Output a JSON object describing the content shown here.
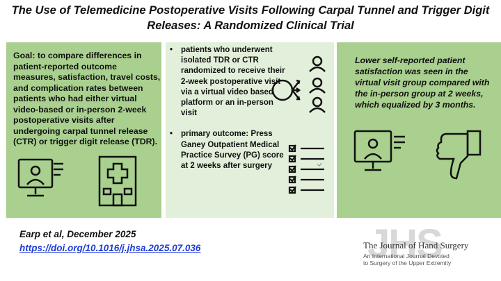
{
  "title": "The Use of Telemedicine Postoperative Visits Following Carpal Tunnel and Trigger Digit Releases: A Randomized Clinical Trial",
  "goal": "Goal: to compare differences in patient-reported outcome measures, satisfaction, travel costs, and complication rates between patients who had either virtual video-based or in-person 2-week postoperative visits after undergoing carpal tunnel release (CTR) or trigger digit release (TDR).",
  "methods": {
    "bullet1": "patients who underwent isolated TDR or CTR randomized to receive their 2-week postoperative visit via a virtual video based platform or an in-person visit",
    "bullet2": "primary outcome: Press Ganey Outpatient Medical Practice Survey (PG) score at 2 weeks after surgery"
  },
  "result": "Lower self-reported patient satisfaction was seen in the virtual visit group compared with the in-person group at 2 weeks, which equalized by 3 months.",
  "citation": {
    "author": "Earp et al, December 2025",
    "doi": "https://doi.org/10.1016/j.jhsa.2025.07.036"
  },
  "journal": {
    "mark": "JHS",
    "name": "The Journal of Hand Surgery",
    "subtitle_line1": "An International Journal Devoted",
    "subtitle_line2": "to Surgery of the Upper Extremity"
  },
  "colors": {
    "panel_dark": "#a9d08e",
    "panel_light": "#e2efda",
    "link": "#1f3bd6"
  },
  "icons": [
    "video-visit-icon",
    "hospital-icon",
    "randomization-icon",
    "checklist-icon",
    "thumbs-down-icon"
  ]
}
